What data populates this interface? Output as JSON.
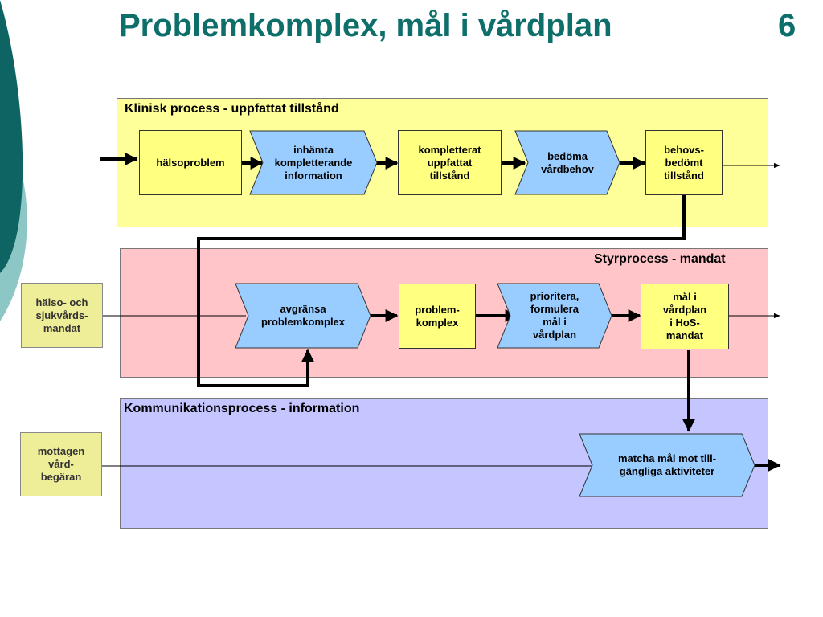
{
  "slide": {
    "title": "Problemkomplex, mål i vårdplan",
    "number": "6"
  },
  "colors": {
    "title": "#0d6e6a",
    "lane_klinisk": "#ffff99",
    "lane_styr": "#ffc5c9",
    "lane_komm": "#c5c5ff",
    "box_yellow": "#ffff80",
    "chevron_blue": "#99ccff",
    "external_khaki": "#eeee99",
    "deco_teal_dark": "#0d6462",
    "deco_teal_light": "#8cc7c6"
  },
  "lanes": {
    "klinisk": {
      "title": "Klinisk process - uppfattat tillstånd"
    },
    "styr": {
      "title": "Styrprocess - mandat"
    },
    "komm": {
      "title": "Kommunikationsprocess - information"
    }
  },
  "nodes": {
    "halsoproblem": "hälsoproblem",
    "inhamta": "inhämta\nkompletterande\ninformation",
    "kompletterat": "kompletterat\nuppfattat\ntillstånd",
    "bedoma": "bedöma\nvårdbehov",
    "behovs": "behovs-\nbedömt\ntillstånd",
    "avgransa": "avgränsa\nproblemkomplex",
    "problemkomplex": "problem-\nkomplex",
    "prioritera": "prioritera,\nformulera\nmål i\nvårdplan",
    "mal": "mål i\nvårdplan\ni HoS-\nmandat",
    "matcha": "matcha mål mot till-\ngängliga aktiviteter"
  },
  "external": {
    "halso_mandat": "hälso- och\nsjukvårds-\nmandat",
    "mottagen": "mottagen\nvård-\nbegäran"
  }
}
